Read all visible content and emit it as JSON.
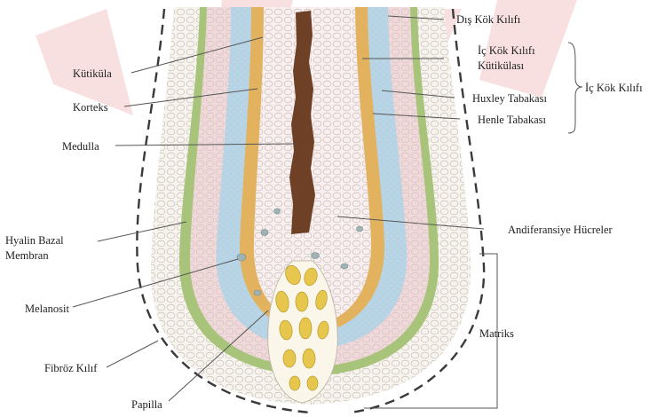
{
  "labels": {
    "dis_kok_kilifi": "Dış Kök Kılıfı",
    "ic_kok_kilifi_kutikulasi_1": "İç Kök Kılıfı",
    "ic_kok_kilifi_kutikulasi_2": "Kütikülası",
    "huxley": "Huxley Tabakası",
    "henle": "Henle Tabakası",
    "ic_kok_kilifi": "İç Kök Kılıfı",
    "kutikula": "Kütiküla",
    "korteks": "Korteks",
    "medulla": "Medulla",
    "hyalin_1": "Hyalin Bazal",
    "hyalin_2": "Membran",
    "andiferansiye": "Andiferansiye Hücreler",
    "melanosit": "Melanosit",
    "matriks": "Matriks",
    "fibroz": "Fibröz Kılıf",
    "papilla": "Papilla"
  },
  "colors": {
    "watermark": "#f4c7c7",
    "outer_dashes": "#3a3a3a",
    "connective": "#c9c3b8",
    "green_layer": "#a8c47a",
    "pink_layer": "#f1d8db",
    "blue_layer": "#b7d6e8",
    "orange_layer": "#e3b25e",
    "inner_pink": "#f6e3e5",
    "medulla": "#6e4127",
    "papilla": "#e6c64c",
    "leader": "#555555"
  }
}
